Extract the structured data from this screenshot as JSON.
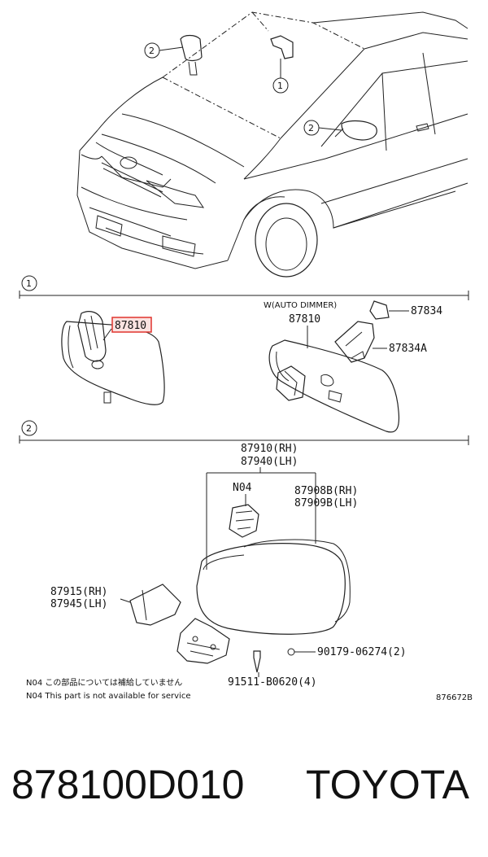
{
  "callouts": {
    "one": "1",
    "two": "2"
  },
  "section1": {
    "highlighted_part": "87810",
    "variant_label": "W(AUTO DIMMER)",
    "variant_part": "87810",
    "bracket_part": "87834",
    "cover_part": "87834A"
  },
  "section2": {
    "assy_rh": "87910(RH)",
    "assy_lh": "87940(LH)",
    "note_ref": "N04",
    "outer_rh": "87908B(RH)",
    "outer_lh": "87909B(LH)",
    "cover_rh": "87915(RH)",
    "cover_lh": "87945(LH)",
    "nut": "90179-06274(2)",
    "screw": "91511-B0620(4)"
  },
  "notes": {
    "jp": "N04 この部品については補給していません",
    "en": "N04 This part is not available for service"
  },
  "figure_id": "876672B",
  "footer": {
    "part_number": "878100D010",
    "brand": "TOYOTA"
  },
  "colors": {
    "highlight": "#e0342e",
    "highlight_fill": "#fbe3e1"
  }
}
